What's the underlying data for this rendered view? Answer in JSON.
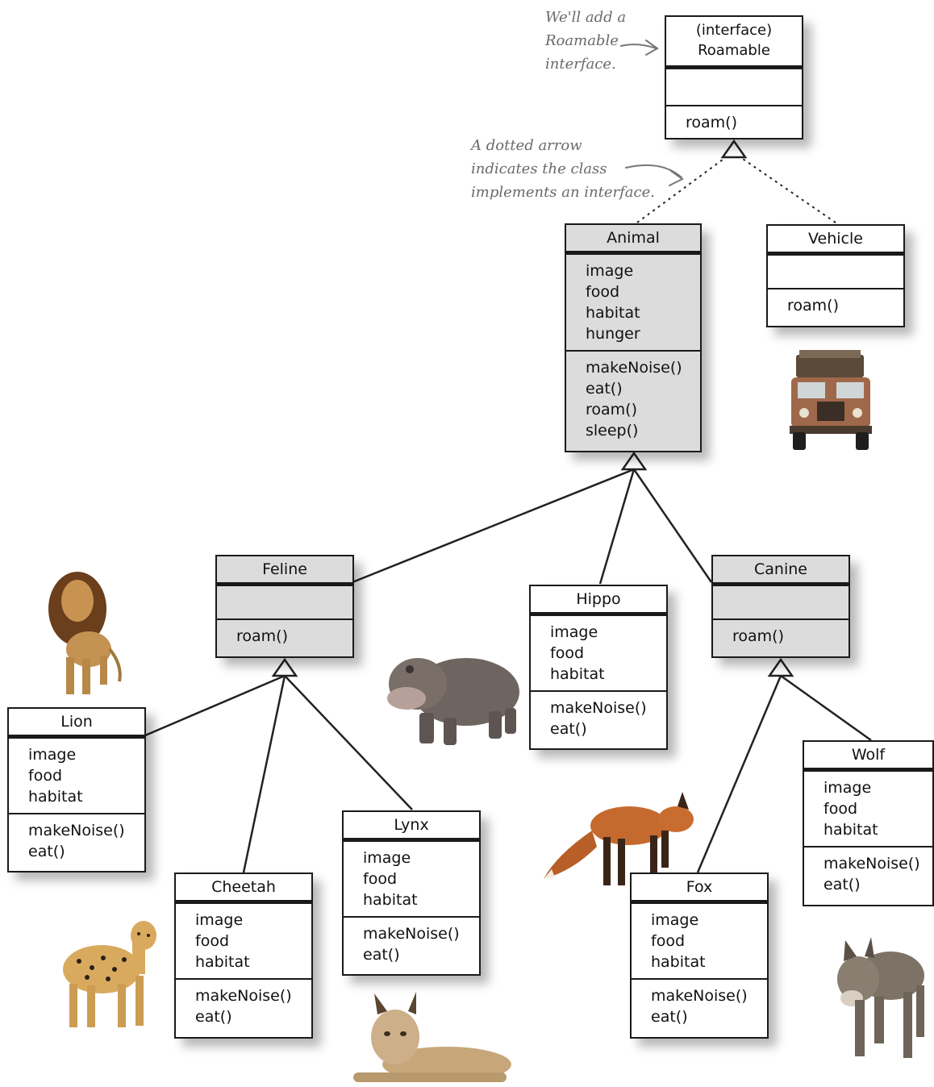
{
  "classes": {
    "roamable": {
      "stereotype": "(interface)",
      "name": "Roamable",
      "attrs": [],
      "methods": [
        "roam()"
      ]
    },
    "animal": {
      "name": "Animal",
      "attrs": [
        "image",
        "food",
        "habitat",
        "hunger"
      ],
      "methods": [
        "makeNoise()",
        "eat()",
        "roam()",
        "sleep()"
      ]
    },
    "vehicle": {
      "name": "Vehicle",
      "attrs": [],
      "methods": [
        "roam()"
      ]
    },
    "feline": {
      "name": "Feline",
      "attrs": [],
      "methods": [
        "roam()"
      ]
    },
    "hippo": {
      "name": "Hippo",
      "attrs": [
        "image",
        "food",
        "habitat"
      ],
      "methods": [
        "makeNoise()",
        "eat()"
      ]
    },
    "canine": {
      "name": "Canine",
      "attrs": [],
      "methods": [
        "roam()"
      ]
    },
    "lion": {
      "name": "Lion",
      "attrs": [
        "image",
        "food",
        "habitat"
      ],
      "methods": [
        "makeNoise()",
        "eat()"
      ]
    },
    "cheetah": {
      "name": "Cheetah",
      "attrs": [
        "image",
        "food",
        "habitat"
      ],
      "methods": [
        "makeNoise()",
        "eat()"
      ]
    },
    "lynx": {
      "name": "Lynx",
      "attrs": [
        "image",
        "food",
        "habitat"
      ],
      "methods": [
        "makeNoise()",
        "eat()"
      ]
    },
    "fox": {
      "name": "Fox",
      "attrs": [
        "image",
        "food",
        "habitat"
      ],
      "methods": [
        "makeNoise()",
        "eat()"
      ]
    },
    "wolf": {
      "name": "Wolf",
      "attrs": [
        "image",
        "food",
        "habitat"
      ],
      "methods": [
        "makeNoise()",
        "eat()"
      ]
    }
  },
  "notes": {
    "roamable_note": [
      "We'll add a",
      "Roamable",
      "interface."
    ],
    "dotted_note": [
      "A dotted arrow",
      "indicates the class",
      "implements an interface."
    ]
  },
  "images": [
    "safari-vehicle-image",
    "lion-image",
    "hippo-image",
    "cheetah-image",
    "lynx-image",
    "fox-image",
    "wolf-image"
  ],
  "colors": {
    "gray_header": "#dcdcdc",
    "line": "#1a1a1a",
    "note": "#6a6a6a"
  }
}
